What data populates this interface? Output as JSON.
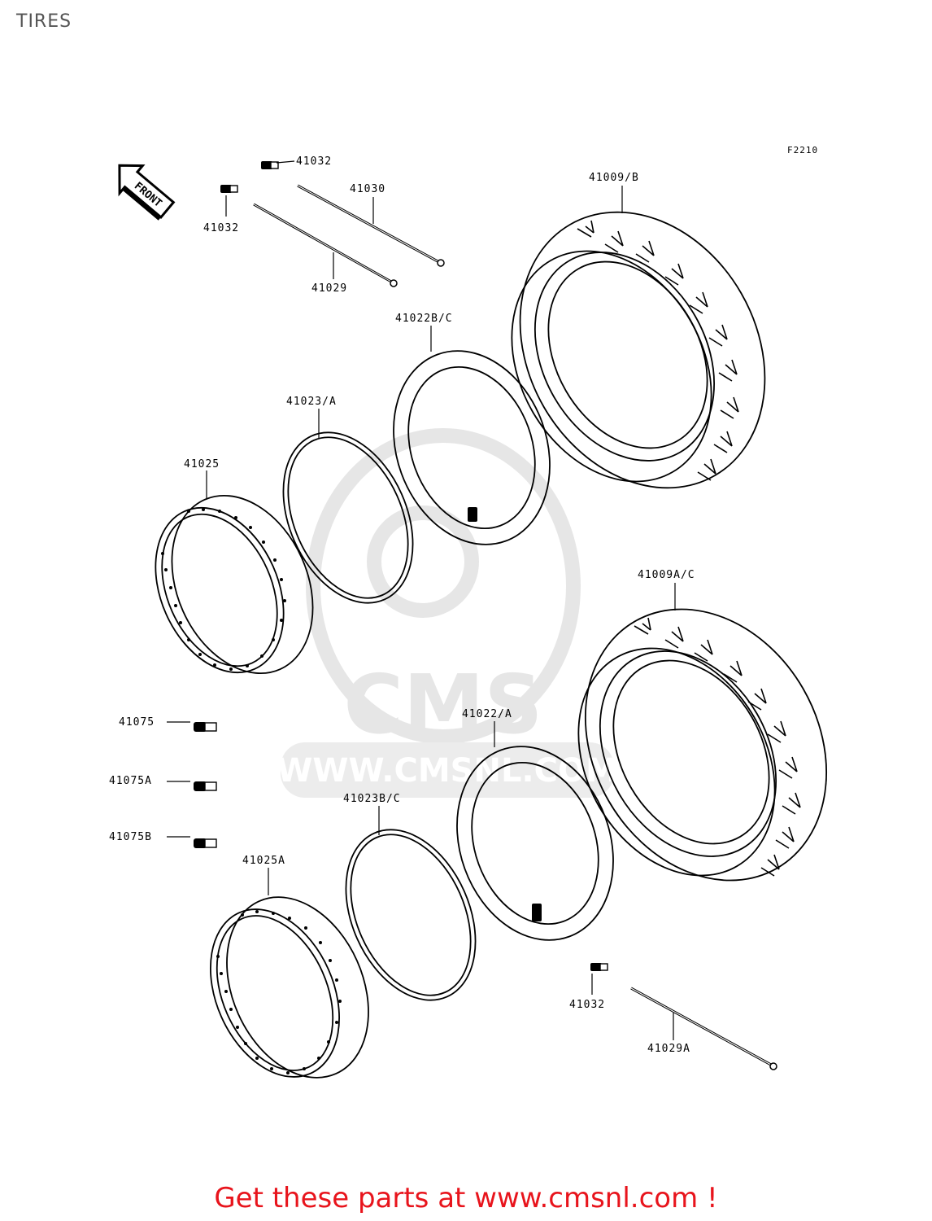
{
  "page": {
    "title": "TIRES"
  },
  "figure_code": "F2210",
  "front_arrow_label": "FRONT",
  "parts": {
    "p41032_top": "41032",
    "p41032_left": "41032",
    "p41030": "41030",
    "p41029": "41029",
    "p41009_b": "41009/B",
    "p41022_bc": "41022B/C",
    "p41023_a": "41023/A",
    "p41025": "41025",
    "p41009a_c": "41009A/C",
    "p41075": "41075",
    "p41075a": "41075A",
    "p41075b": "41075B",
    "p41022_a": "41022/A",
    "p41023_bc": "41023B/C",
    "p41025a": "41025A",
    "p41032_bottom": "41032",
    "p41029a": "41029A"
  },
  "watermark": {
    "brand": "CMS",
    "url": "WWW.CMSNL.COM"
  },
  "cta": "Get these parts at www.cmsnl.com !",
  "colors": {
    "cta": "#e8141c",
    "title": "#555555",
    "watermark": "#e6e6e6"
  }
}
